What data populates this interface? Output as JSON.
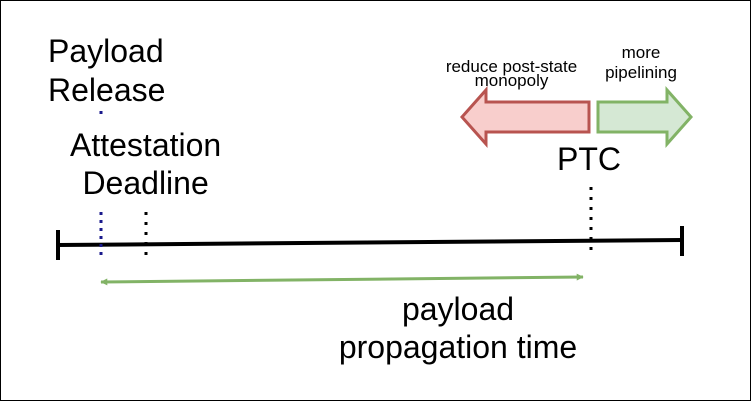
{
  "labels": {
    "payload_release": [
      "Payload",
      "Release"
    ],
    "attestation_deadline": [
      "Attestation",
      "Deadline"
    ],
    "ptc": "PTC",
    "reduce_arrow": [
      "reduce post-state",
      "monopoly"
    ],
    "more_arrow": [
      "more",
      "pipelining"
    ],
    "propagation": [
      "payload",
      "propagation time"
    ]
  },
  "colors": {
    "timeline": "#000000",
    "release_marker": "#1a1a8c",
    "deadline_marker": "#000000",
    "ptc_marker": "#000000",
    "propagation_arrow": "#82b366",
    "reduce_fill": "#f8cecc",
    "reduce_stroke": "#b85450",
    "more_fill": "#d5e8d4",
    "more_stroke": "#82b366"
  }
}
